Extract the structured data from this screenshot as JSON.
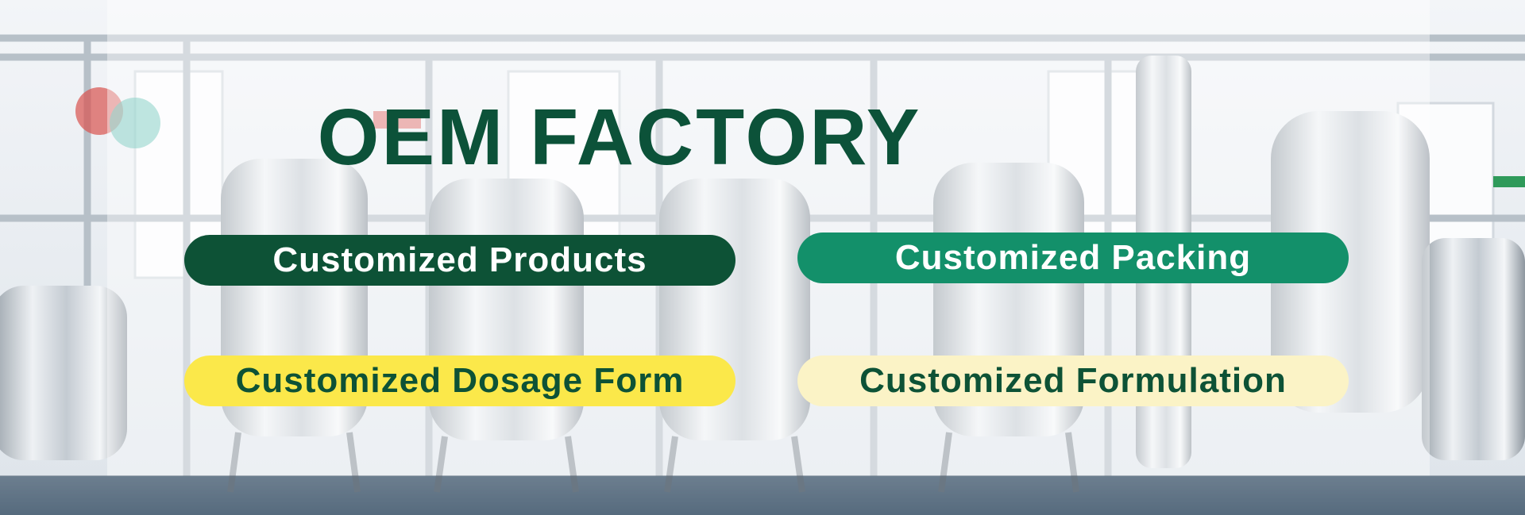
{
  "banner": {
    "title": "OEM FACTORY",
    "pills": {
      "products": "Customized Products",
      "packing": "Customized Packing",
      "dosage": "Customized Dosage Form",
      "formulation": "Customized Formulation"
    }
  },
  "colors": {
    "title": "#0c5239",
    "products_bg": "#0d5236",
    "products_text": "#ffffff",
    "packing_bg": "#13906a",
    "packing_text": "#ffffff",
    "dosage_bg": "#fbe84a",
    "dosage_text": "#0d5236",
    "formulation_bg": "#fbf3c6",
    "formulation_text": "#0d5236"
  }
}
